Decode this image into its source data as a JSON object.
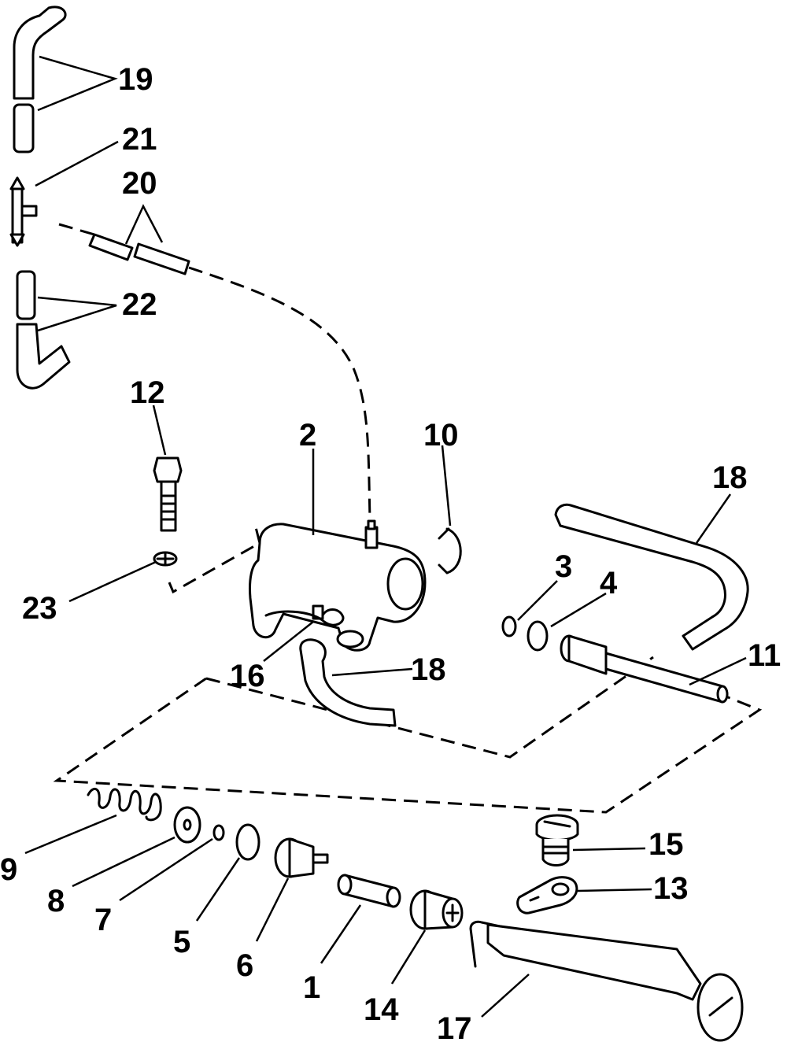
{
  "callouts": {
    "c1": "1",
    "c2": "2",
    "c3": "3",
    "c4": "4",
    "c5": "5",
    "c6": "6",
    "c7": "7",
    "c8": "8",
    "c9": "9",
    "c10": "10",
    "c11": "11",
    "c12": "12",
    "c13": "13",
    "c14": "14",
    "c15": "15",
    "c16": "16",
    "c17": "17",
    "c18a": "18",
    "c18b": "18",
    "c19": "19",
    "c20": "20",
    "c21": "21",
    "c22": "22",
    "c23": "23"
  }
}
